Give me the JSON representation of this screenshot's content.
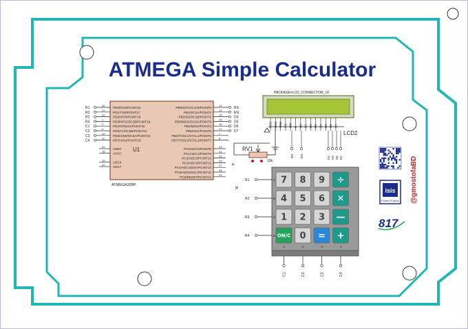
{
  "title": "ATMEGA Simple Calculator",
  "mcu": {
    "ref": "U1",
    "part": "ATMEGA328P",
    "left_pins": [
      {
        "net": "R1",
        "num": "30",
        "label": "PD0/RXD/PCINT16"
      },
      {
        "net": "R2",
        "num": "31",
        "label": "PD1/TXD/PCINT17"
      },
      {
        "net": "R3",
        "num": "32",
        "label": "PD2/INT0/PCINT18"
      },
      {
        "net": "R4",
        "num": "1",
        "label": "PD3/INT1/OC2B/PCINT19"
      },
      {
        "net": "C1",
        "num": "2",
        "label": "PD4/T0/XCK/PCINT20"
      },
      {
        "net": "C2",
        "num": "9",
        "label": "PD5/T1/OC0B/PCINT21"
      },
      {
        "net": "C3",
        "num": "10",
        "label": "PD6/AIN0/OC0A/PCINT22"
      },
      {
        "net": "C4",
        "num": "11",
        "label": "PD7/AIN1/PCINT23"
      }
    ],
    "left_pins2": [
      {
        "num": "20",
        "label": "AREF"
      },
      {
        "num": "18",
        "label": "AVCC"
      },
      {
        "num": "19",
        "label": "ADC6"
      },
      {
        "num": "22",
        "label": "ADC7"
      }
    ],
    "right_pins": [
      {
        "net": "RS",
        "num": "12",
        "label": "PB0/ICP1/CLKO/PCINT0"
      },
      {
        "net": "EN",
        "num": "13",
        "label": "PB1/OC1A/PCINT1"
      },
      {
        "net": "D4",
        "num": "14",
        "label": "PB2/SS/OC1B/PCINT2"
      },
      {
        "net": "D5",
        "num": "15",
        "label": "PB3/MOSI/OC2A/PCINT3"
      },
      {
        "net": "D6",
        "num": "16",
        "label": "PB4/MISO/PCINT4"
      },
      {
        "net": "D7",
        "num": "17",
        "label": "PB5/SCK/PCINT5"
      },
      {
        "net": "",
        "num": "7",
        "label": "PB6/TOSC1/XTAL1/PCINT6"
      },
      {
        "net": "",
        "num": "8",
        "label": "PB7/TOSC2/XTAL2/PCINT7"
      }
    ],
    "right_pins2": [
      {
        "num": "23",
        "label": "PC0/ADC0/PCINT8"
      },
      {
        "num": "24",
        "label": "PC1/ADC1/PCINT9"
      },
      {
        "num": "25",
        "label": "PC2/ADC2/PCINT10"
      },
      {
        "num": "26",
        "label": "PC3/ADC3/PCINT11"
      },
      {
        "num": "27",
        "label": "PC4/ADC4/SDA/PCINT12"
      },
      {
        "num": "28",
        "label": "PC5/ADC5/SCL/PCINT13"
      },
      {
        "num": "29",
        "label": "PC6/RESET/PCINT14"
      }
    ]
  },
  "lcd": {
    "package": "PACKAGE=LCD_CONNECTOR_16",
    "ref": "LCD2",
    "pins_left": [
      "VSS",
      "VDD",
      "VEE"
    ],
    "pins_mid": [
      "RS",
      "RW",
      "E"
    ],
    "pins_data": [
      "D0",
      "D1",
      "D2",
      "D3",
      "D4",
      "D5",
      "D6",
      "D7"
    ],
    "bottom_nets": [
      "RS",
      "EN"
    ],
    "right_nets": [
      "D4",
      "D5",
      "D6",
      "D7"
    ]
  },
  "pot": {
    "ref": "RV1",
    "value": "10k"
  },
  "keypad": {
    "rows": [
      "R1",
      "R2",
      "R3",
      "R4"
    ],
    "row_letters": [
      "A",
      "B",
      "C",
      "D"
    ],
    "cols": [
      "C1",
      "C2",
      "C3",
      "C4"
    ],
    "col_numbers": [
      "1",
      "2",
      "3",
      "4"
    ],
    "keys": [
      [
        "7",
        "8",
        "9",
        "÷"
      ],
      [
        "4",
        "5",
        "6",
        "✕"
      ],
      [
        "1",
        "2",
        "3",
        "—"
      ],
      [
        "ON/C",
        "0",
        "=",
        "+"
      ]
    ]
  },
  "side": {
    "handle": "@gmostofaBD",
    "logo_caption": "Proteus Projects",
    "logo_text": "isis",
    "number_logo": "817"
  },
  "colors": {
    "board_outline": "#1fb6b3",
    "title": "#1a2d8c",
    "ic_fill": "#e9c9b6",
    "ic_border": "#7a2a14",
    "lcd_screen": "#a6c438",
    "lcd_border": "#4a6b1a",
    "key_gray": "#d6d6d6",
    "key_teal": "#1e9a8a",
    "key_blue": "#2a86d6",
    "key_green": "#24a35a",
    "pin_red": "#c72020"
  }
}
